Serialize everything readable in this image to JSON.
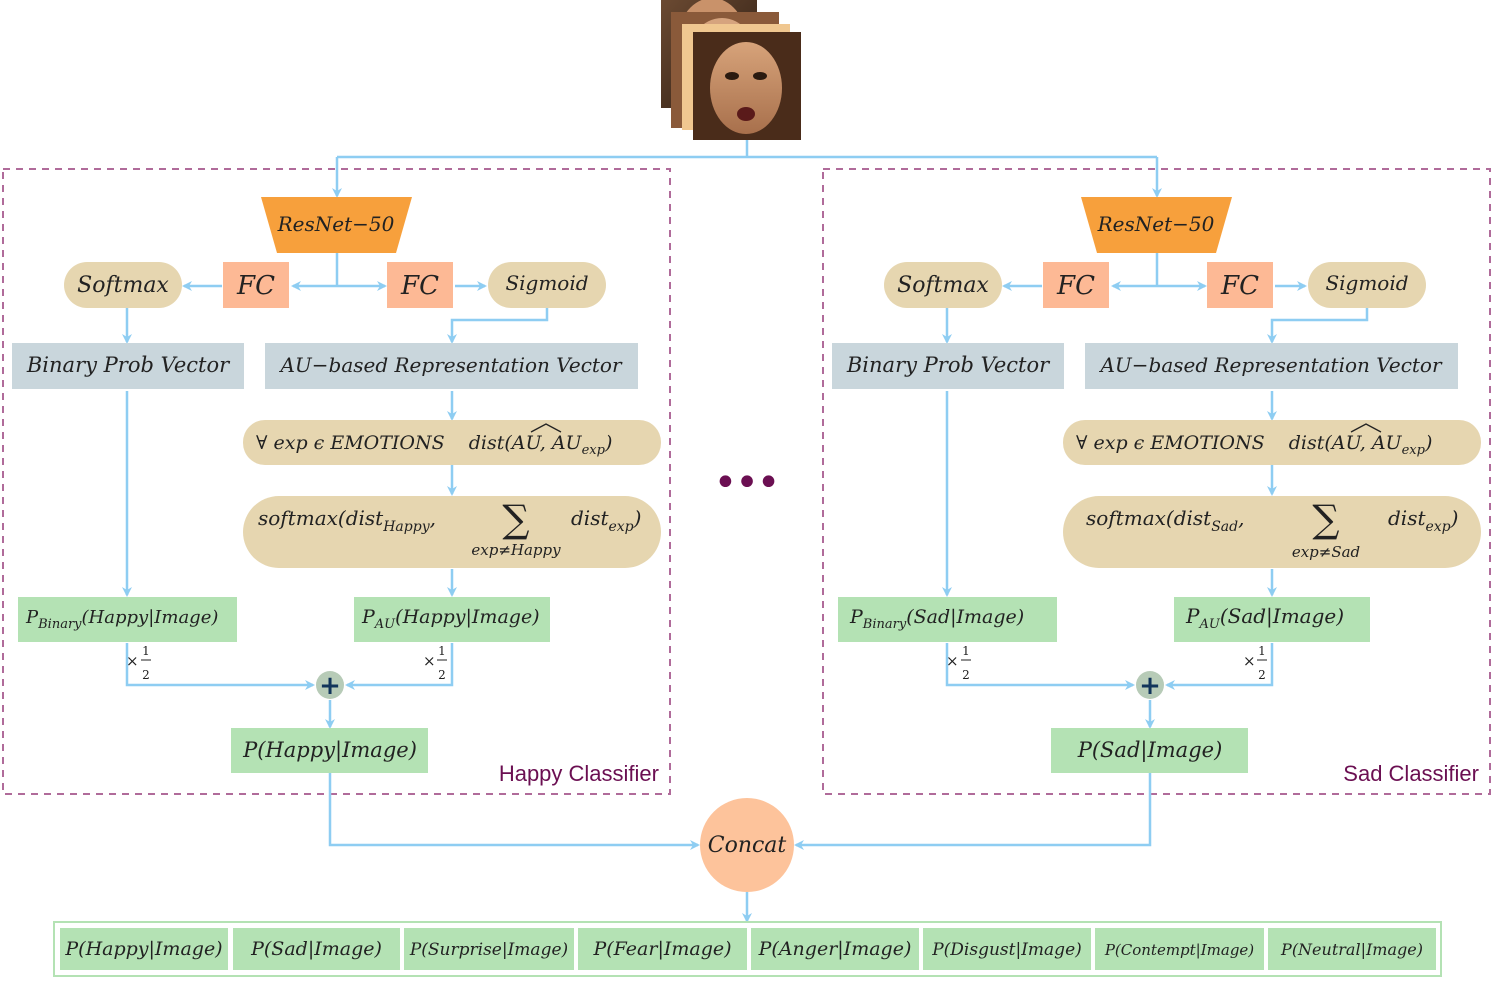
{
  "colors": {
    "arrow": "#8ecdf2",
    "resnet": "#f7a03c",
    "fc": "#fdb995",
    "beige": "#e6d6b0",
    "gray": "#c9d6dc",
    "green": "#b4e2b4",
    "concat": "#fdc39b",
    "border": "#b06b9a",
    "plus": "#b7cbb7",
    "dots": "#6b0f52"
  },
  "input_images": {
    "icon": "stack-of-face-photos"
  },
  "classifiers": [
    {
      "label": "Happy Classifier",
      "resnet": "ResNet−50",
      "fc_left": "FC",
      "fc_right": "FC",
      "softmax": "Softmax",
      "sigmoid": "Sigmoid",
      "binary_vector": "Binary Prob Vector",
      "au_vector": "AU−based Representation Vector",
      "dist": {
        "forall": "∀ exp ϵ EMOTIONS",
        "func": "dist(",
        "hat": "AU",
        "sep": ", AU",
        "sub": "exp",
        "close": ")"
      },
      "softmax_formula": {
        "main": "softmax(dist",
        "main_sub": "Happy",
        "comma": ",",
        "sum": "∑",
        "sum_sub": "exp≠Happy",
        "tail": "dist",
        "tail_sub": "exp",
        "close": ")"
      },
      "p_binary": {
        "p": "P",
        "sub": "Binary",
        "rest": "(Happy|Image)"
      },
      "p_au": {
        "p": "P",
        "sub": "AU",
        "rest": "(Happy|Image)"
      },
      "weight_left": {
        "times": "×",
        "num": "1",
        "den": "2"
      },
      "weight_right": {
        "times": "×",
        "num": "1",
        "den": "2"
      },
      "plus": "+",
      "output": "P(Happy|Image)"
    },
    {
      "label": "Sad Classifier",
      "resnet": "ResNet−50",
      "fc_left": "FC",
      "fc_right": "FC",
      "softmax": "Softmax",
      "sigmoid": "Sigmoid",
      "binary_vector": "Binary Prob Vector",
      "au_vector": "AU−based Representation Vector",
      "dist": {
        "forall": "∀ exp ϵ EMOTIONS",
        "func": "dist(",
        "hat": "AU",
        "sep": ", AU",
        "sub": "exp",
        "close": ")"
      },
      "softmax_formula": {
        "main": "softmax(dist",
        "main_sub": "Sad",
        "comma": ",",
        "sum": "∑",
        "sum_sub": "exp≠Sad",
        "tail": "dist",
        "tail_sub": "exp",
        "close": ")"
      },
      "p_binary": {
        "p": "P",
        "sub": "Binary",
        "rest": "(Sad|Image)"
      },
      "p_au": {
        "p": "P",
        "sub": "AU",
        "rest": "(Sad|Image)"
      },
      "weight_left": {
        "times": "×",
        "num": "1",
        "den": "2"
      },
      "weight_right": {
        "times": "×",
        "num": "1",
        "den": "2"
      },
      "plus": "+",
      "output": "P(Sad|Image)"
    }
  ],
  "ellipsis": "•••",
  "concat": "Concat",
  "outputs": [
    "P(Happy|Image)",
    "P(Sad|Image)",
    "P(Surprise|Image)",
    "P(Fear|Image)",
    "P(Anger|Image)",
    "P(Disgust|Image)",
    "P(Contempt|Image)",
    "P(Neutral|Image)"
  ]
}
